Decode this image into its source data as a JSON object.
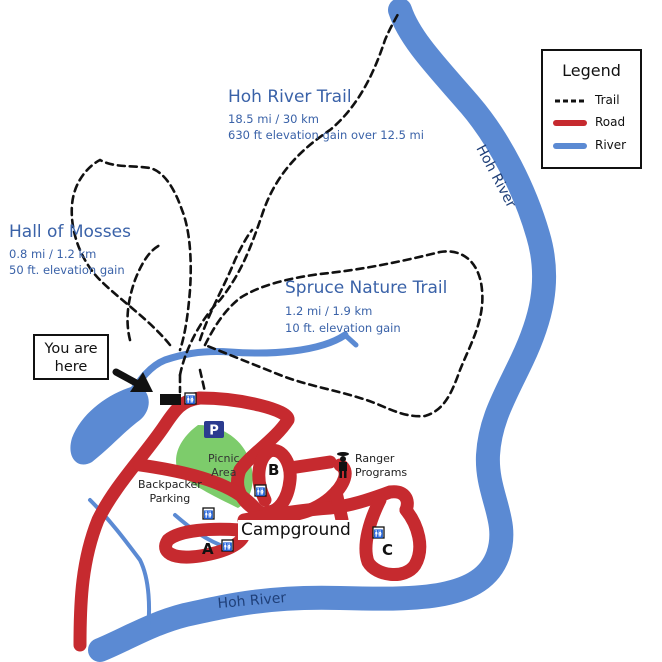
{
  "legend": {
    "title": "Legend",
    "items": [
      {
        "label": "Trail",
        "color": "#111111",
        "style": "dashed"
      },
      {
        "label": "Road",
        "color": "#c62a2f",
        "style": "solid"
      },
      {
        "label": "River",
        "color": "#5b8ad3",
        "style": "solid"
      }
    ]
  },
  "trails": {
    "hoh_river": {
      "name": "Hoh River Trail",
      "distance": "18.5 mi / 30 km",
      "elevation": "630 ft elevation gain over 12.5 mi"
    },
    "hall_of_mosses": {
      "name": "Hall of Mosses",
      "distance": "0.8 mi / 1.2 km",
      "elevation": "50 ft. elevation gain"
    },
    "spruce_nature": {
      "name": "Spruce Nature Trail",
      "distance": "1.2 mi / 1.9 km",
      "elevation": "10 ft. elevation gain"
    }
  },
  "you_are_here": "You are\nhere",
  "places": {
    "picnic": "Picnic\nArea",
    "backpacker": "Backpacker\nParking",
    "ranger": "Ranger\nPrograms",
    "campground": "Campground",
    "parking_symbol": "P"
  },
  "sites": {
    "a": "A",
    "b": "B",
    "c": "C"
  },
  "rivers": {
    "east": "Hoh River",
    "south": "Hoh River"
  },
  "icons": [
    "restroom-icon",
    "parking-icon",
    "ranger-icon",
    "you-are-here-arrow-icon",
    "visitor-center-icon"
  ],
  "colors": {
    "river": "#5b8ad3",
    "road": "#c62a2f",
    "trail": "#111111",
    "picnic": "#7dcc6b",
    "parking": "#2b3b8f"
  }
}
